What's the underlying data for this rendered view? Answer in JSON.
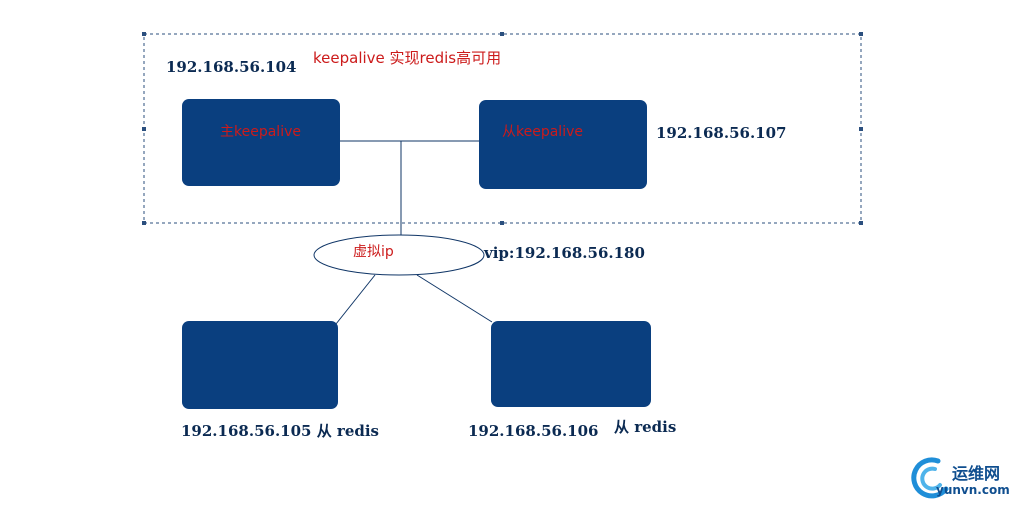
{
  "diagram": {
    "title": "keepalive 实现redis高可用",
    "master_label": "主keepalive",
    "slave_label": "从keepalive",
    "master_ip": "192.168.56.104",
    "slave_ip": "192.168.56.107",
    "virtual_ip_label": "虚拟ip",
    "vip": "vip:192.168.56.180",
    "redis_left": "192.168.56.105 从 redis",
    "redis_right_ip": "192.168.56.106",
    "redis_right_role": "从 redis"
  },
  "watermark": {
    "name": "运维网",
    "domain": "yunvn.com"
  },
  "colors": {
    "node_fill": "#0a3f7f",
    "label_red": "#cc1b1b",
    "ip_text": "#0b2a52",
    "line": "#0f3566"
  }
}
